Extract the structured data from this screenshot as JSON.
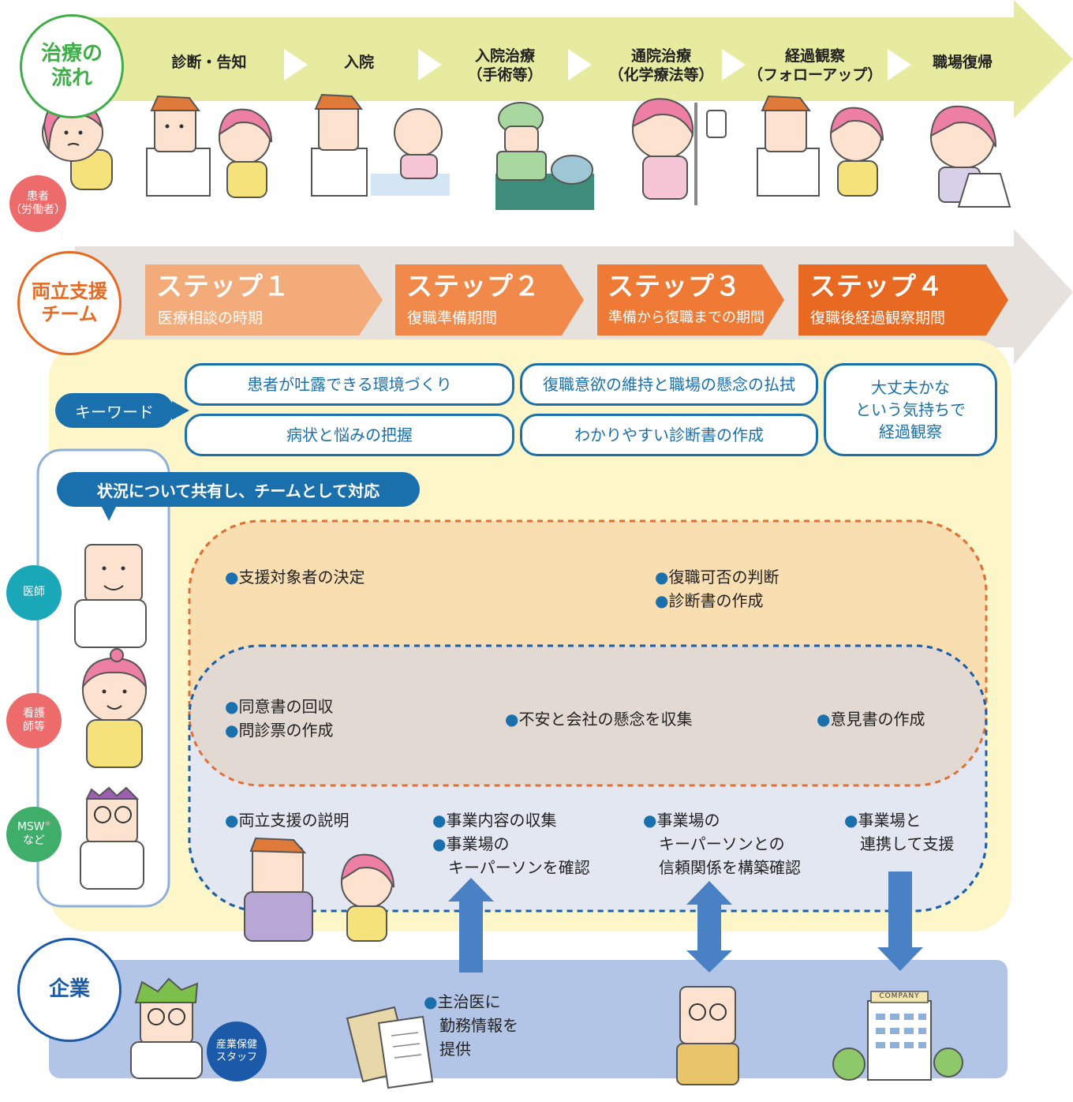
{
  "flow": {
    "circle_label": "治療の\n流れ",
    "patient_badge": "患者\n（労働者）",
    "steps": [
      "診断・告知",
      "入院",
      "入院治療\n（手術等）",
      "通院治療\n（化学療法等）",
      "経過観察\n（フォローアップ）",
      "職場復帰"
    ]
  },
  "team": {
    "circle_label": "両立支援\nチーム",
    "steps": [
      {
        "title": "ステップ１",
        "subtitle": "医療相談の時期"
      },
      {
        "title": "ステップ２",
        "subtitle": "復職準備期間"
      },
      {
        "title": "ステップ３",
        "subtitle": "準備から復職までの期間"
      },
      {
        "title": "ステップ４",
        "subtitle": "復職後経過観察期間"
      }
    ]
  },
  "keywords": {
    "label": "キーワード",
    "items": [
      "患者が吐露できる環境づくり",
      "病状と悩みの把握",
      "復職意欲の維持と職場の懸念の払拭",
      "わかりやすい診断書の作成",
      "大丈夫かな\nという気持ちで\n経過観察"
    ]
  },
  "share_banner": "状況について共有し、チームとして対応",
  "roles": {
    "doctor": "医師",
    "nurse": "看護\n師等",
    "msw": "MSW",
    "msw_sup": "※",
    "msw_suffix": "など"
  },
  "doctor_items": {
    "left": "●支援対象者の決定",
    "right1": "●復職可否の判断",
    "right2": "●診断書の作成"
  },
  "nurse_items": {
    "left1": "●同意書の回収",
    "left2": "●問診票の作成",
    "mid": "●不安と会社の懸念を収集",
    "right": "●意見書の作成"
  },
  "msw_items": {
    "a": "●両立支援の説明",
    "b1": "●事業内容の収集",
    "b2": "●事業場の",
    "b3": "　キーパーソンを確認",
    "c1": "●事業場の",
    "c2": "　キーパーソンとの",
    "c3": "　信頼関係を構築確認",
    "d1": "●事業場と",
    "d2": "　連携して支援"
  },
  "company": {
    "circle_label": "企業",
    "staff_badge": "産業保健\nスタッフ",
    "info1": "●主治医に",
    "info2": "　勤務情報を",
    "info3": "　提供",
    "building_sign": "COMPANY"
  },
  "colors": {
    "flow_arrow": "#e6eba0",
    "team_arrow": "#e6e1dc",
    "step1": "#f4ab7a",
    "step2": "#f1894a",
    "step3": "#ee7a35",
    "step4": "#e86a22",
    "keyword_blue": "#1a6fad",
    "panel_yellow": "#fdf6c8",
    "company_band": "#b3c5e6",
    "arrow_blue": "#4a80c4"
  }
}
